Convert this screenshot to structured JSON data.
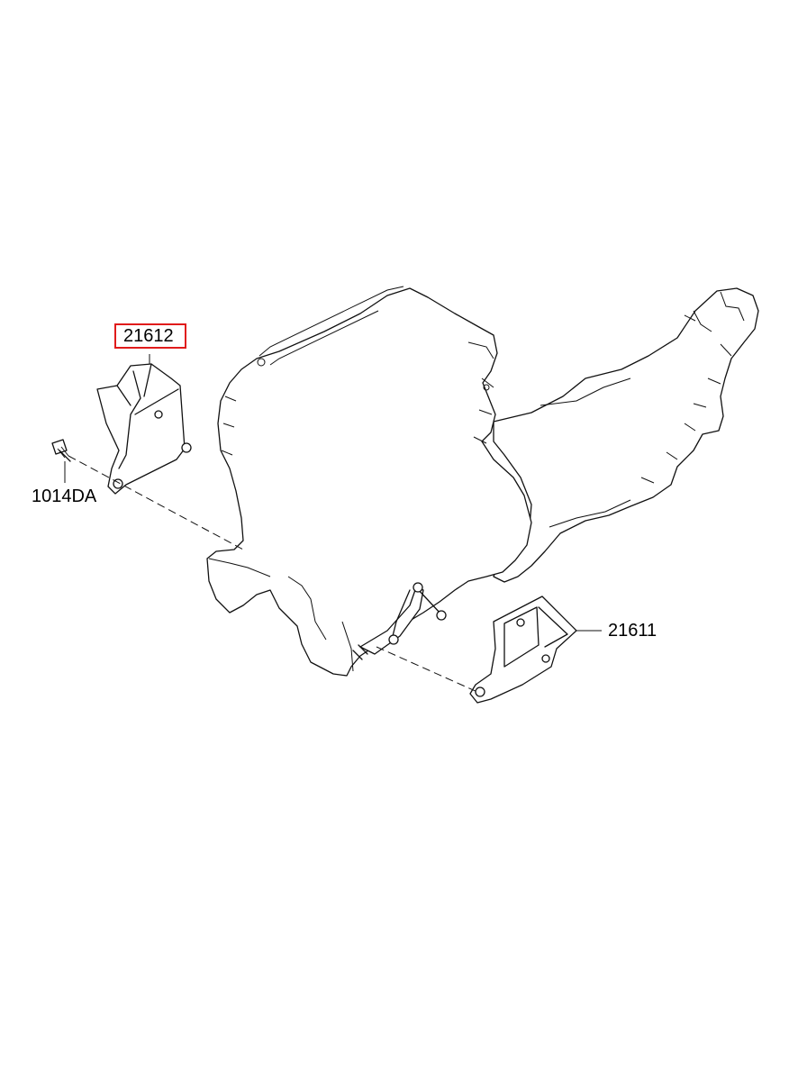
{
  "diagram": {
    "labels": {
      "part_21612": "21612",
      "part_1014DA": "1014DA",
      "part_21611": "21611"
    },
    "highlighted_part": "21612",
    "highlight_color": "#e01b1b",
    "line_color": "#111111"
  }
}
